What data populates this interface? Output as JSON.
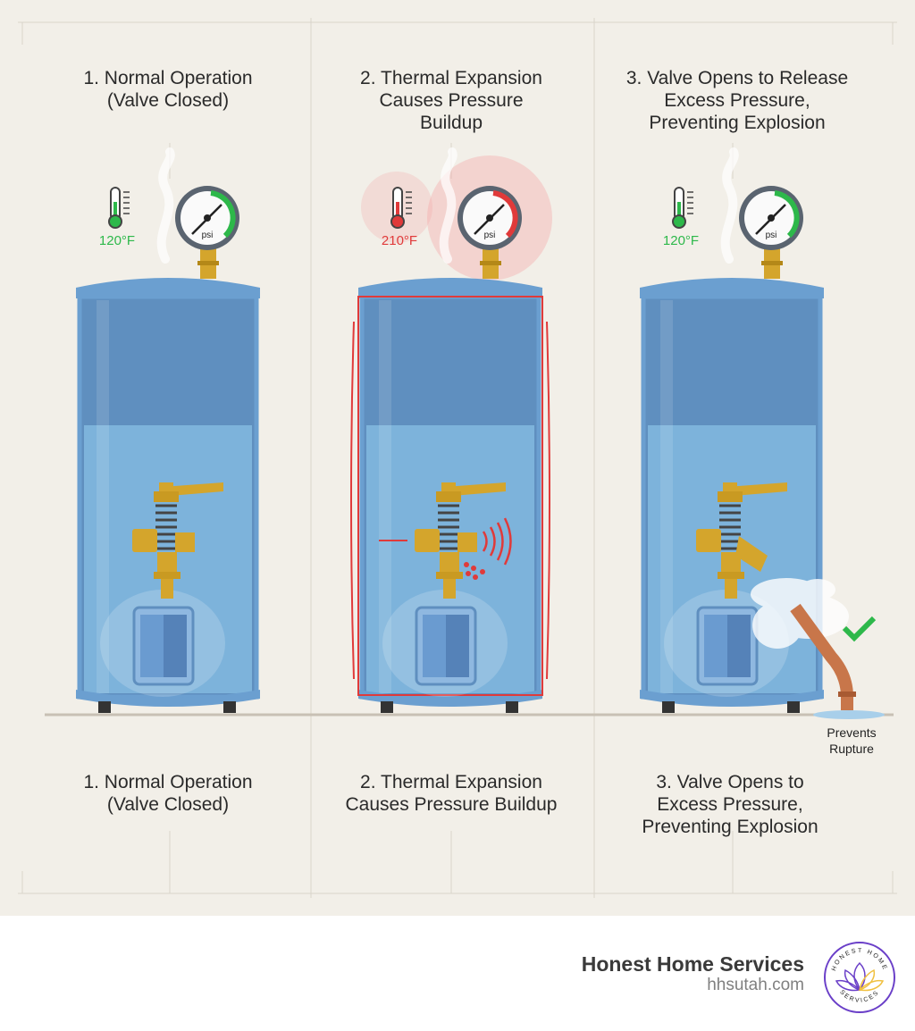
{
  "panels": [
    {
      "title_top": [
        "1. Normal Operation",
        "(Valve Closed)"
      ],
      "title_bottom": [
        "1. Normal Operation",
        "(Valve Closed)"
      ],
      "temperature": "120°F",
      "gauge_unit": "psi",
      "state": "normal",
      "status_color": "#2db84a",
      "valve_open": false
    },
    {
      "title_top": [
        "2. Thermal Expansion",
        "Causes Pressure",
        "Buildup"
      ],
      "title_bottom": [
        "2. Thermal Expansion",
        "Causes Pressure Buildup"
      ],
      "temperature": "210°F",
      "gauge_unit": "psi",
      "state": "overpressure",
      "status_color": "#e03a3a",
      "valve_open": false
    },
    {
      "title_top": [
        "3. Valve Opens to Release",
        "Excess Pressure,",
        "Preventing Explosion"
      ],
      "title_bottom": [
        "3. Valve Opens to",
        "Excess Pressure,",
        "Preventing Explosion"
      ],
      "temperature": "120°F",
      "gauge_unit": "psi",
      "state": "releasing",
      "status_color": "#2db84a",
      "valve_open": true
    }
  ],
  "discharge_caption": [
    "Prevents",
    "Rupture"
  ],
  "footer": {
    "brand_name": "Honest Home Services",
    "url": "hhsutah.com",
    "logo_text_top": "HONEST HOME",
    "logo_text_bottom": "SERVICES"
  },
  "colors": {
    "background": "#f2efe8",
    "tank": "#5f8fbf",
    "water": "#7db3db",
    "brass": "#d4a52c",
    "copper": "#c8764a",
    "ok": "#2db84a",
    "alert": "#e03a3a",
    "logo_purple": "#6a3fc8",
    "logo_gold": "#f0c040"
  }
}
